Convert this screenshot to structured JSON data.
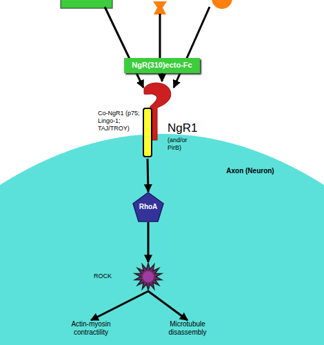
{
  "diagram": {
    "nodes": [
      {
        "text": [
          "NgR(310)ecto-Fc"
        ]
      },
      {
        "text": [
          "NgR1",
          "(and/or PirB)"
        ]
      },
      {
        "text": [
          "Co-NgR1 (p75; Lingo-1; TAJ/TROY)"
        ]
      },
      {
        "text": [
          "Axon (Neuron)"
        ]
      },
      {
        "text": [
          "RhoA"
        ],
        "in": 3
      },
      {
        "text": [
          "ROCK"
        ],
        "in": 3
      },
      {
        "text": [
          "Actin-myosin contractility"
        ],
        "in": 3
      },
      {
        "text": [
          "Microtubule disassembly"
        ],
        "in": 3
      }
    ],
    "edges": [
      {
        "from": 0,
        "to": 1,
        "arrow": "to"
      },
      {
        "from": 2,
        "to": 4,
        "arrow": "to"
      },
      {
        "from": 4,
        "to": 5,
        "arrow": "to"
      },
      {
        "from": 5,
        "to": 6,
        "arrow": "to"
      },
      {
        "from": 5,
        "to": 7,
        "arrow": "to"
      }
    ]
  }
}
